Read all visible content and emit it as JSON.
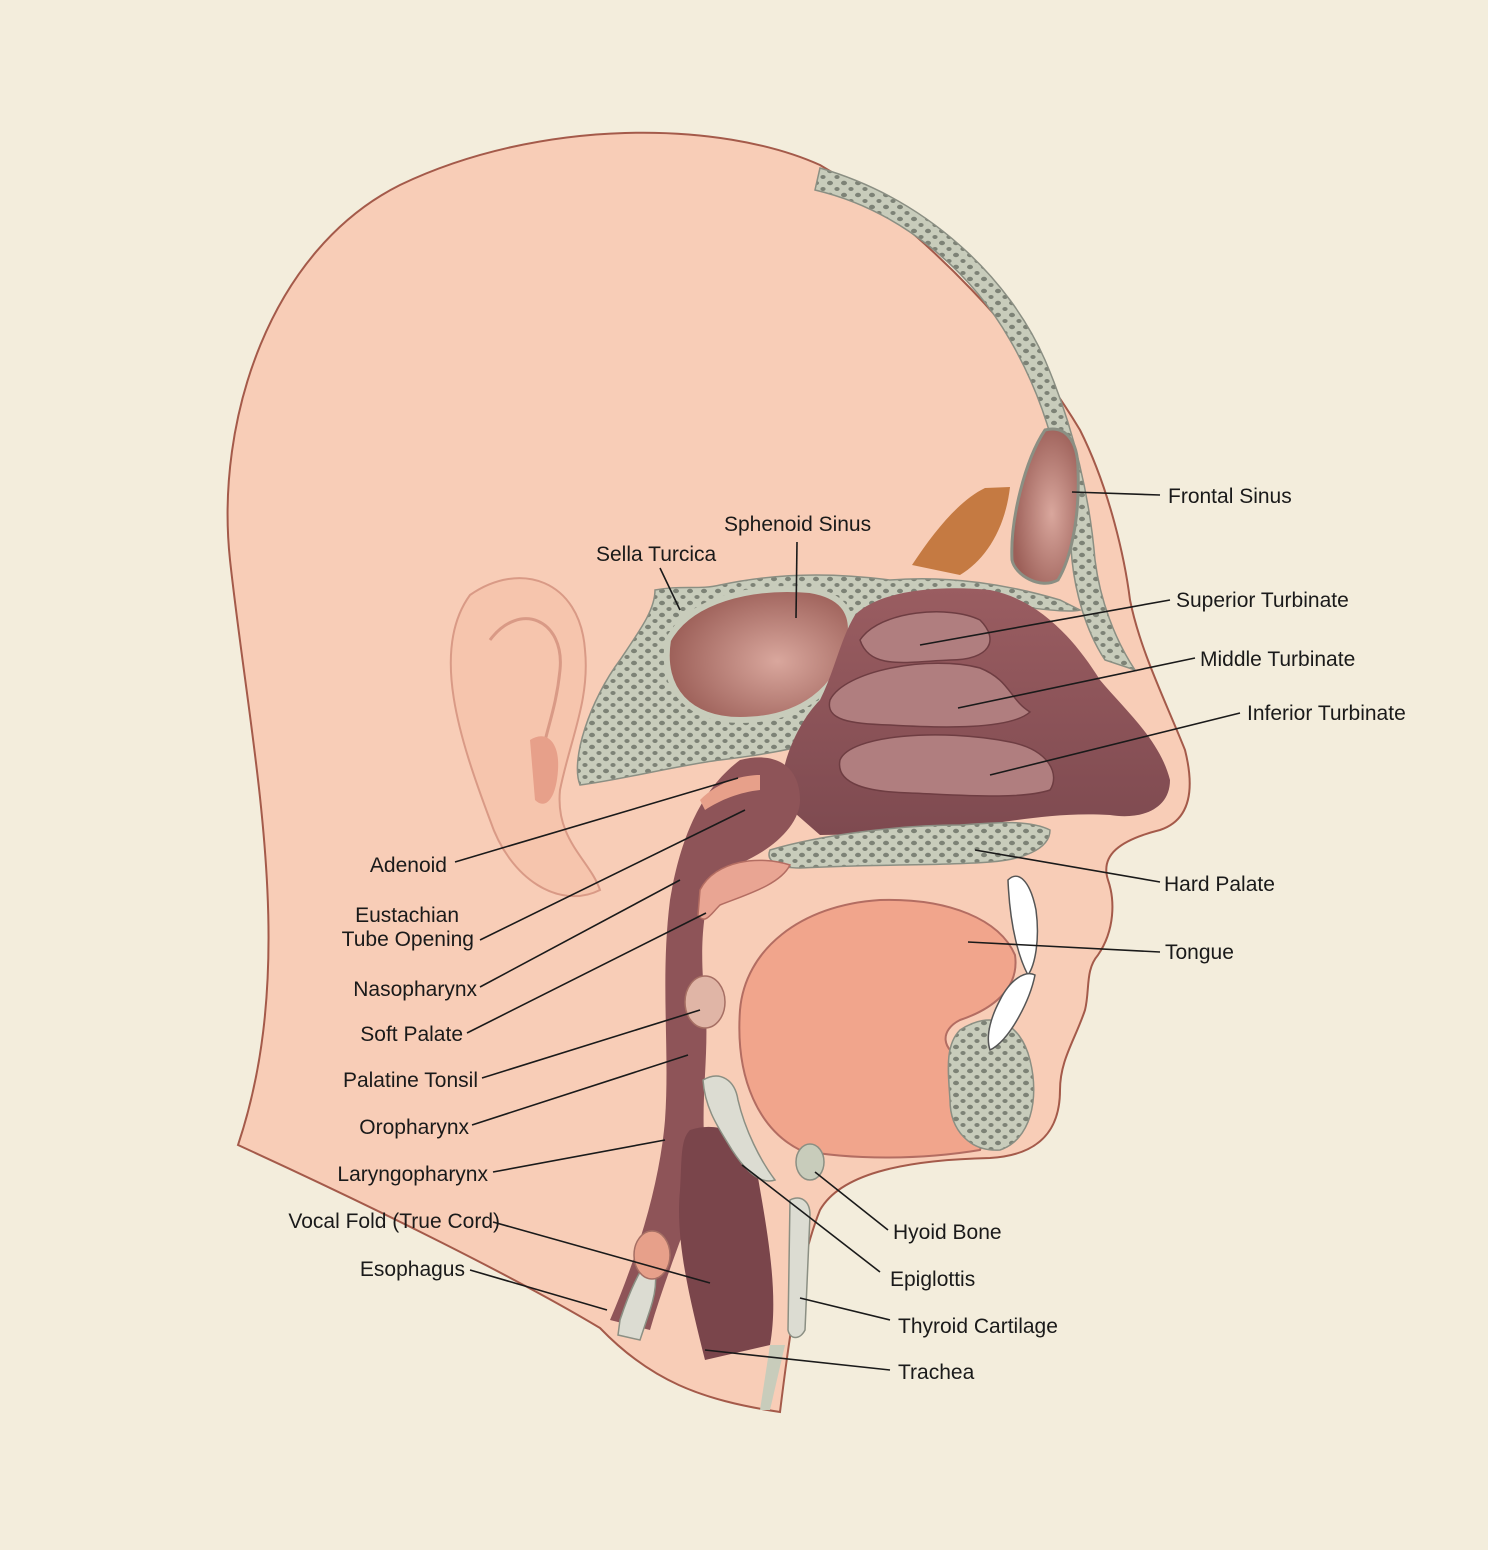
{
  "colors": {
    "background": "#f3eddc",
    "skin": "#f8cdb7",
    "skin_outline": "#a45a4a",
    "bone": "#c8ccbb",
    "bone_dots": "#7d8276",
    "mucosa": "#8e5458",
    "airway": "#a86e72",
    "muscle": "#f1a58c",
    "sinus": "#a9675f",
    "sella": "#c57a42"
  },
  "labels": {
    "frontal_sinus": "Frontal Sinus",
    "sphenoid_sinus": "Sphenoid Sinus",
    "sella_turcica": "Sella Turcica",
    "superior_turbinate": "Superior Turbinate",
    "middle_turbinate": "Middle Turbinate",
    "inferior_turbinate": "Inferior Turbinate",
    "hard_palate": "Hard Palate",
    "tongue": "Tongue",
    "adenoid": "Adenoid",
    "eustachian_line1": "Eustachian",
    "eustachian_line2": "Tube Opening",
    "nasopharynx": "Nasopharynx",
    "soft_palate": "Soft Palate",
    "palatine_tonsil": "Palatine Tonsil",
    "oropharynx": "Oropharynx",
    "laryngopharynx": "Laryngopharynx",
    "vocal_fold": "Vocal Fold (True Cord)",
    "esophagus": "Esophagus",
    "hyoid_bone": "Hyoid Bone",
    "epiglottis": "Epiglottis",
    "thyroid_cartilage": "Thyroid Cartilage",
    "trachea": "Trachea"
  }
}
